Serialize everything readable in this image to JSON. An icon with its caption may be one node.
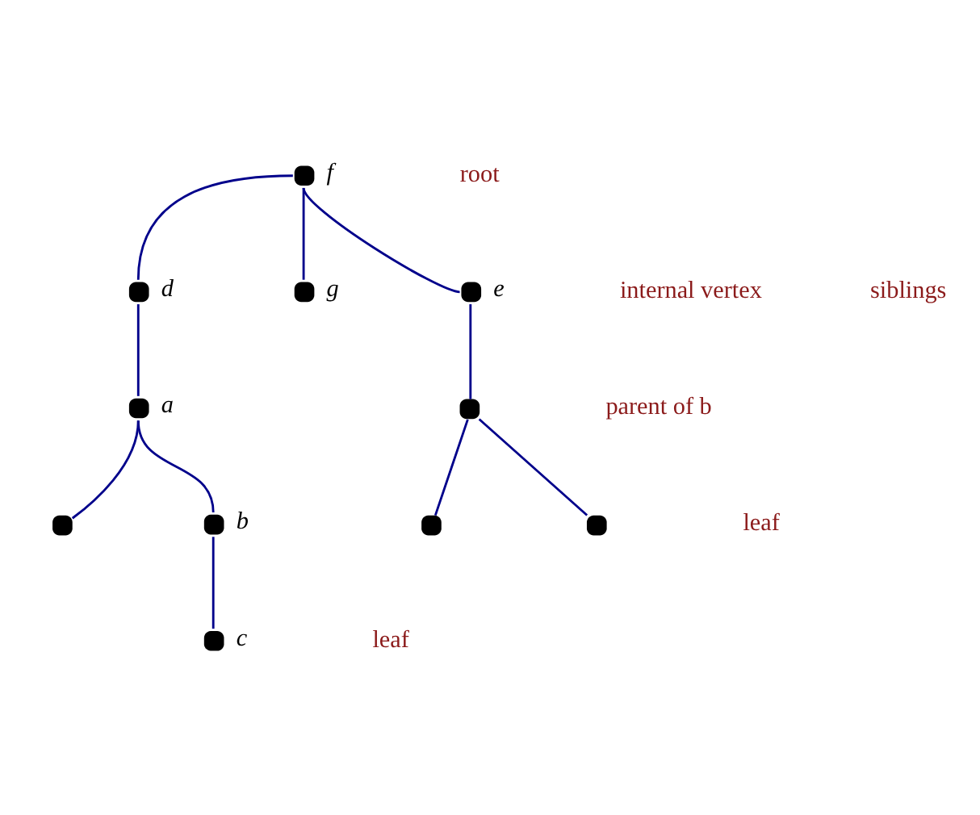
{
  "diagram": {
    "nodes": [
      {
        "text": [],
        "shape": "circle",
        "beside": [
          "f"
        ]
      },
      {
        "text": [],
        "shape": "circle",
        "beside": [
          "d"
        ]
      },
      {
        "text": [],
        "shape": "circle",
        "beside": [
          "g"
        ]
      },
      {
        "text": [],
        "shape": "circle",
        "beside": [
          "e"
        ]
      },
      {
        "text": [],
        "shape": "circle",
        "beside": [
          "a"
        ]
      },
      {
        "text": [],
        "shape": "circle"
      },
      {
        "text": [],
        "shape": "circle"
      },
      {
        "text": [],
        "shape": "circle",
        "beside": [
          "b"
        ]
      },
      {
        "text": [],
        "shape": "circle"
      },
      {
        "text": [],
        "shape": "circle"
      },
      {
        "text": [],
        "shape": "circle",
        "beside": [
          "c"
        ]
      }
    ],
    "edges": [
      {
        "from": 0,
        "to": 1,
        "arrow": "none"
      },
      {
        "from": 0,
        "to": 2,
        "arrow": "none"
      },
      {
        "from": 0,
        "to": 3,
        "arrow": "none"
      },
      {
        "from": 1,
        "to": 4,
        "arrow": "none"
      },
      {
        "from": 3,
        "to": 5,
        "arrow": "none"
      },
      {
        "from": 4,
        "to": 6,
        "arrow": "none"
      },
      {
        "from": 4,
        "to": 7,
        "arrow": "none"
      },
      {
        "from": 5,
        "to": 8,
        "arrow": "none"
      },
      {
        "from": 5,
        "to": 9,
        "arrow": "none"
      },
      {
        "from": 7,
        "to": 10,
        "arrow": "none"
      }
    ],
    "labels": [
      "root",
      "internal vertex",
      "siblings",
      "parent of b",
      "leaf",
      "leaf"
    ]
  }
}
